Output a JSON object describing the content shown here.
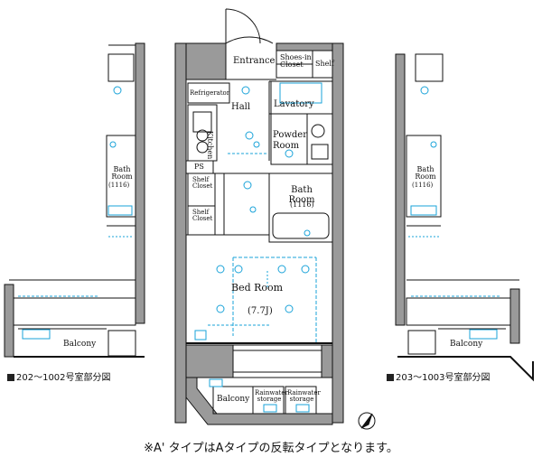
{
  "rooms": {
    "entrance": "Entrance",
    "shoes_in_closet": "Shoes-in Closet",
    "shelf": "Shelf",
    "refrigerator": "Refrigerator",
    "hall": "Hall",
    "lavatory": "Lavatory",
    "kitchen": "Kitchen",
    "powder_room": "Powder Room",
    "ps": "PS",
    "shelf_closet": "Shelf Closet",
    "shelf_closet_2": "Shelf Closet",
    "bath_room": "Bath Room",
    "bath_size": "(1116)",
    "bed_room": "Bed Room",
    "bed_size": "(7.7J)",
    "balcony": "Balcony",
    "storage_1": "Rainwater storage",
    "storage_2": "Rainwater storage"
  },
  "left_partial": {
    "balcony": "Balcony",
    "bath_room": "Bath Room",
    "bath_size": "(1116)",
    "caption": "202～1002号室部分図"
  },
  "right_partial": {
    "balcony": "Balcony",
    "bath_room": "Bath Room",
    "bath_size": "(1116)",
    "caption": "203～1003号室部分図"
  },
  "note": "※A' タイプはAタイプの反転タイプとなります。",
  "colors": {
    "wall": "#9a9a9a",
    "line": "#111111",
    "electric": "#1aa3d9"
  }
}
